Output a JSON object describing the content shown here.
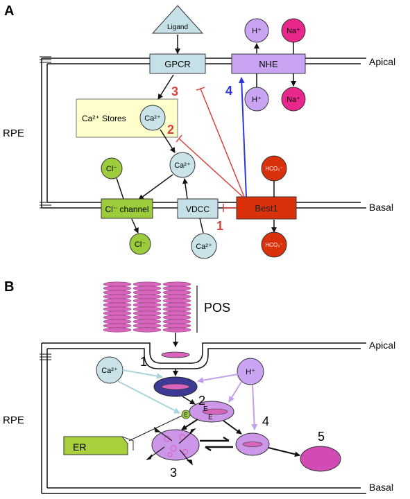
{
  "panel_a": {
    "panel_label": "A",
    "apical": "Apical",
    "basal": "Basal",
    "rpe": "RPE",
    "ligand": "Ligand",
    "gpcr": "GPCR",
    "nhe": "NHE",
    "ca_stores": "Ca²⁺ Stores",
    "ca_ion": "Ca²⁺",
    "cl_ion": "Cl⁻",
    "h_ion": "H⁺",
    "na_ion": "Na⁺",
    "hco3_ion": "HCO₃⁻",
    "cl_channel": "Cl⁻ channel",
    "vdcc": "VDCC",
    "best1": "Best1",
    "step_1": "1",
    "step_2": "2",
    "step_3": "3",
    "step_4": "4"
  },
  "panel_b": {
    "panel_label": "B",
    "pos": "POS",
    "apical": "Apical",
    "basal": "Basal",
    "rpe": "RPE",
    "ca_ion": "Ca²⁺",
    "h_ion": "H⁺",
    "er": "ER",
    "e_label": "E",
    "step_1": "1",
    "step_2": "2",
    "step_3": "3",
    "step_4": "4",
    "step_5": "5"
  },
  "colors": {
    "membrane_box": "#c5e0e6",
    "ca_store_box": "#ffffcc",
    "ca_circle": "#c9e3e9",
    "nhe_purple": "#c9a4f3",
    "na_pink": "#e8268c",
    "best1_red": "#d8310c",
    "cl_green": "#9ccc3c",
    "inhibit_red": "#d9413c",
    "activate_blue": "#2e36d8",
    "pos_pink": "#d865bc",
    "dark_phagosome": "#3c3a94",
    "light_violet": "#cc97e8",
    "lysosome_pink": "#d24ab4",
    "er_green": "#a8d03c",
    "light_arrow_purple": "#c4a0ea",
    "light_arrow_blue": "#a8d4dc"
  }
}
